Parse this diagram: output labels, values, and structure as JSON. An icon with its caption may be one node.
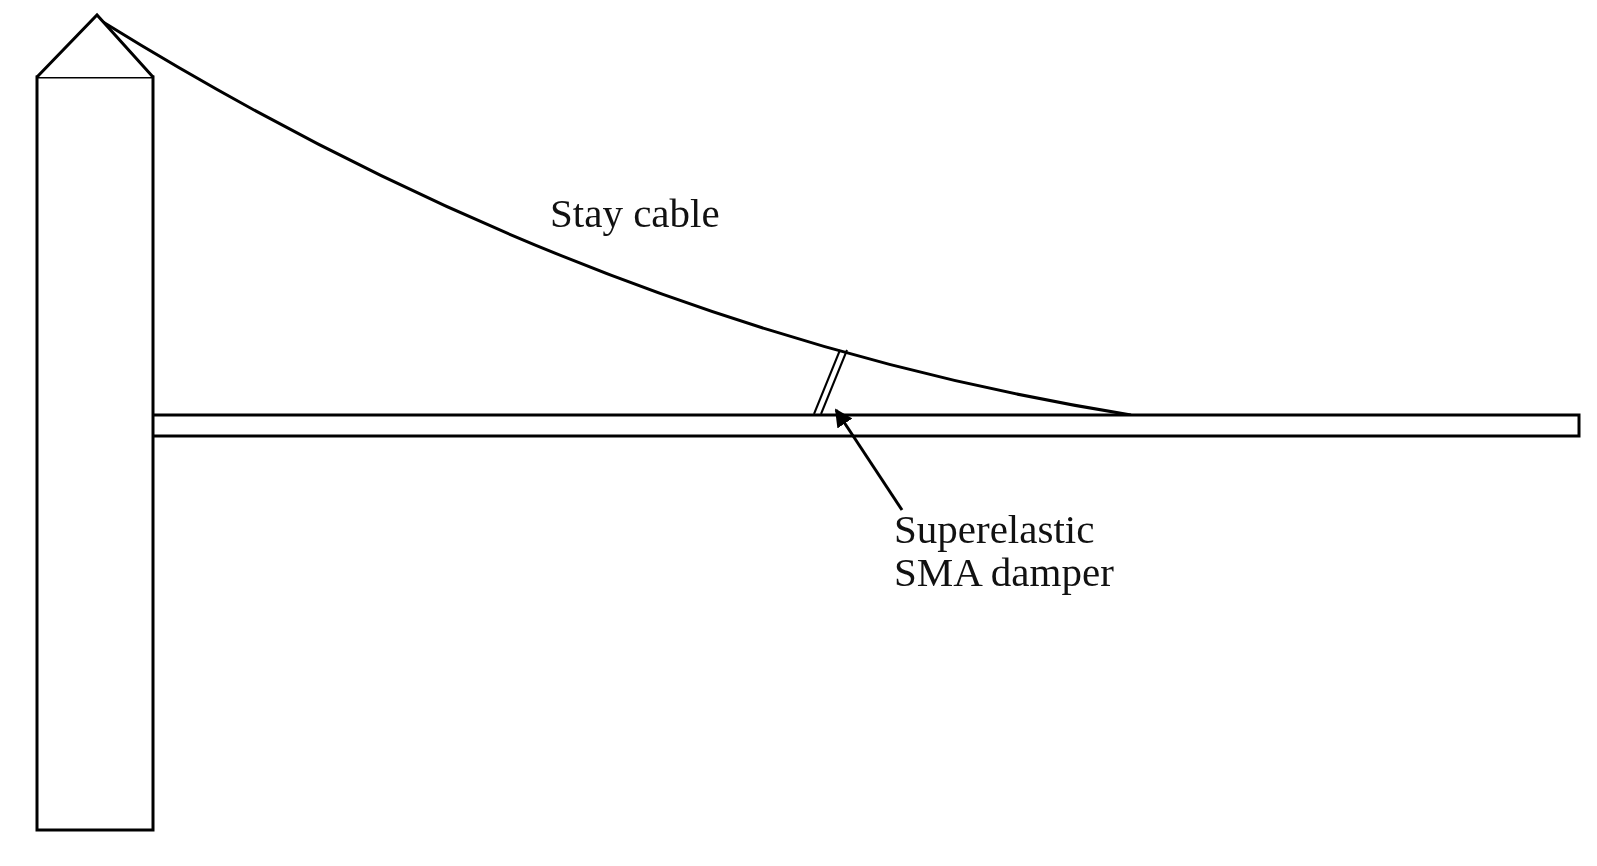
{
  "diagram": {
    "nodes": [
      {
        "text": [
          "Superelastic SMA damper"
        ]
      },
      {
        "text": [],
        "shape": "bar"
      }
    ],
    "edges": [
      {
        "from": 0,
        "to": 1,
        "arrow": "to"
      }
    ],
    "labels": [
      "Stay cable"
    ]
  }
}
